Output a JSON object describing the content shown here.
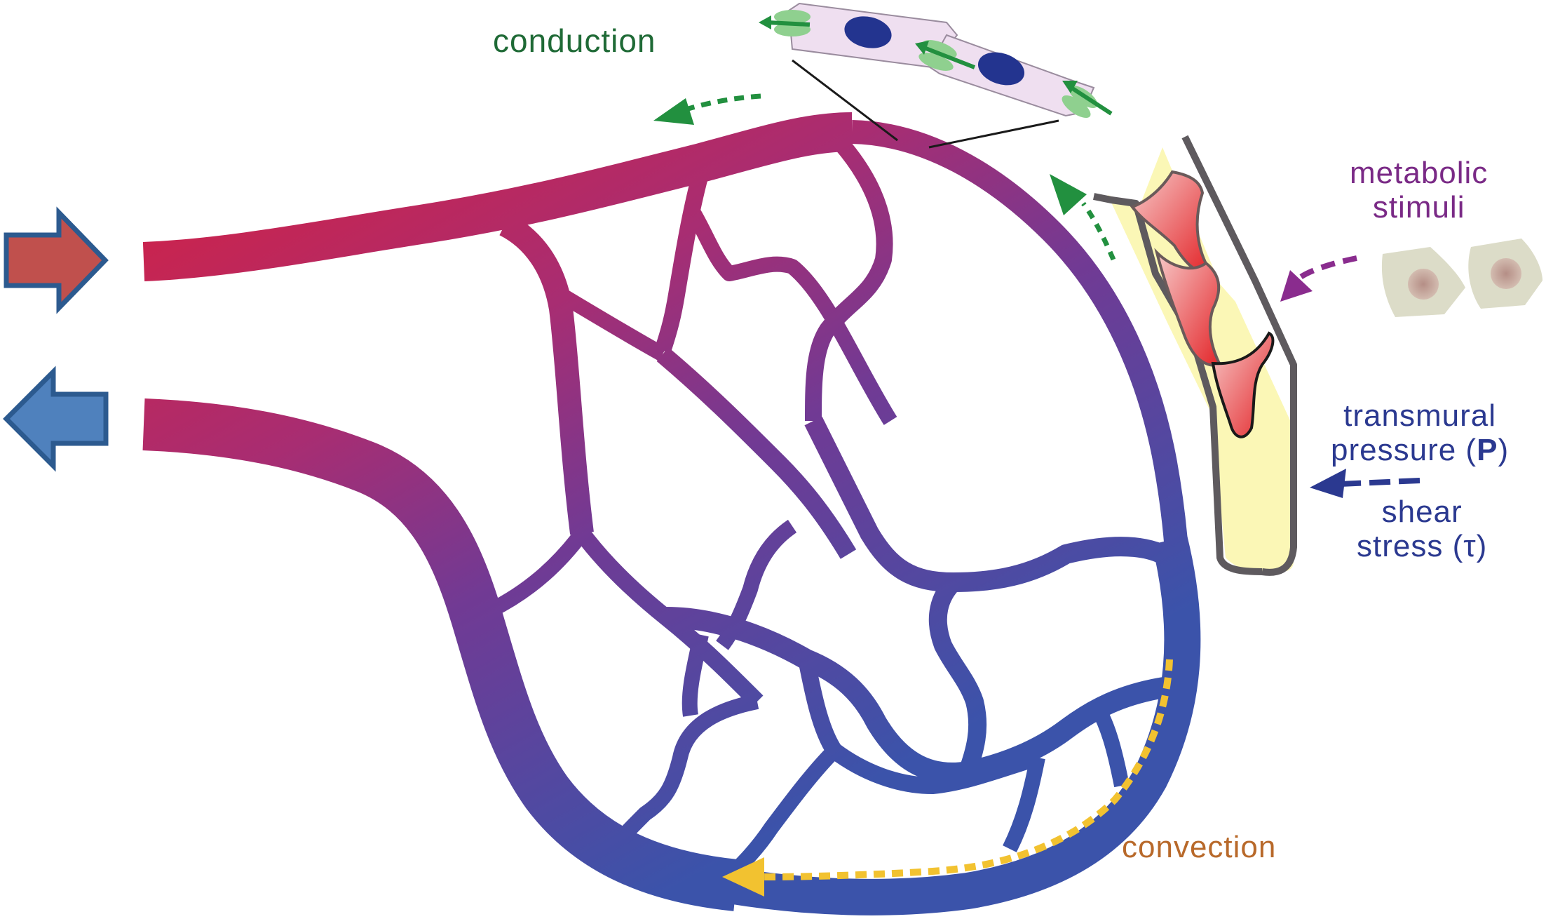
{
  "figure": {
    "title": "Microvascular network adaptation stimuli",
    "labels": {
      "conduction": "conduction",
      "metabolic_line1": "metabolic",
      "metabolic_line2": "stimuli",
      "transmural_line1": "transmural",
      "transmural_line2_prefix": "pressure (",
      "transmural_symbol": "P",
      "transmural_suffix": ")",
      "shear_line1": "shear",
      "shear_line2": "stress (τ)",
      "convection": "convection"
    },
    "flow": {
      "inflow_direction": "right",
      "outflow_direction": "left"
    },
    "colors": {
      "arterial": "#c8234a",
      "venous": "#3d4fa8",
      "inflow_arrow": "#c0504d",
      "outflow_arrow": "#4f81bd",
      "arrow_outline": "#2c5a8f",
      "conduction_green": "#22903f",
      "metabolic_purple": "#8a2c8e",
      "pressure_blue": "#2b3990",
      "convection_yellow": "#f2c230",
      "vessel_wall": "#5e5a5e",
      "vessel_lumen": "#fbf7b6",
      "endothelial_cell": "#efdff0",
      "nucleus": "#23348f",
      "tissue_cell": "#dcdcc8",
      "tissue_nucleus": "#c4a59a",
      "smooth_muscle": "#e23a3a"
    }
  }
}
